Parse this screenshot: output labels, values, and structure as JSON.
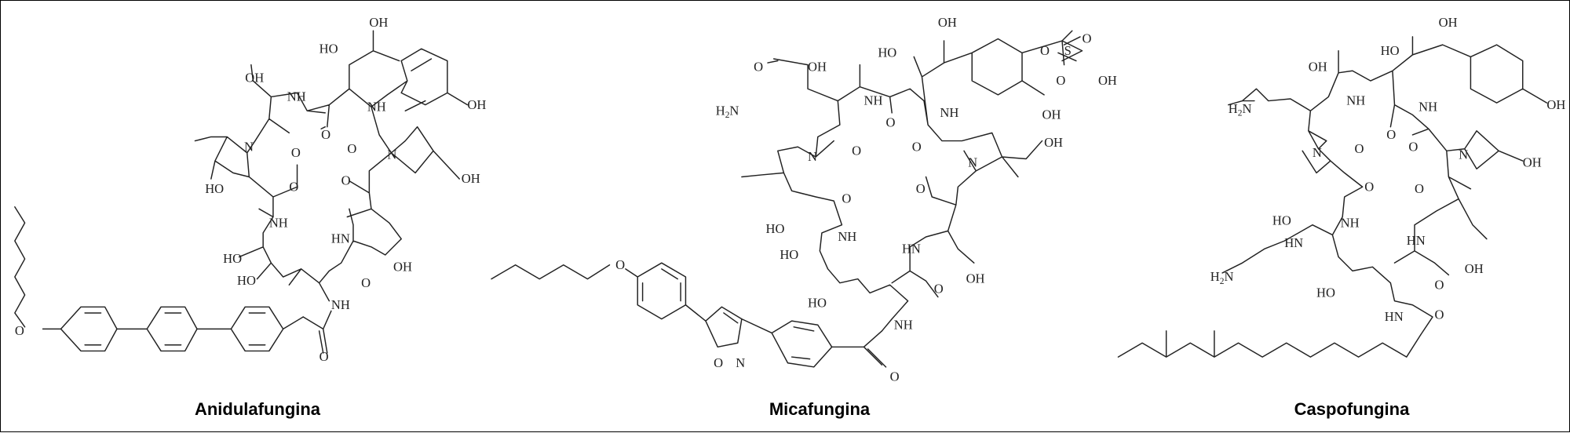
{
  "figure": {
    "molecules": [
      {
        "name": "Anidulafungina"
      },
      {
        "name": "Micafungina"
      },
      {
        "name": "Caspofungina"
      }
    ],
    "atom_labels": {
      "oh": "OH",
      "ho": "HO",
      "o": "O",
      "n": "N",
      "nh": "NH",
      "hn": "HN",
      "s": "S",
      "h2n_h": "H",
      "h2n_2": "2",
      "h2n_n": "N"
    }
  }
}
